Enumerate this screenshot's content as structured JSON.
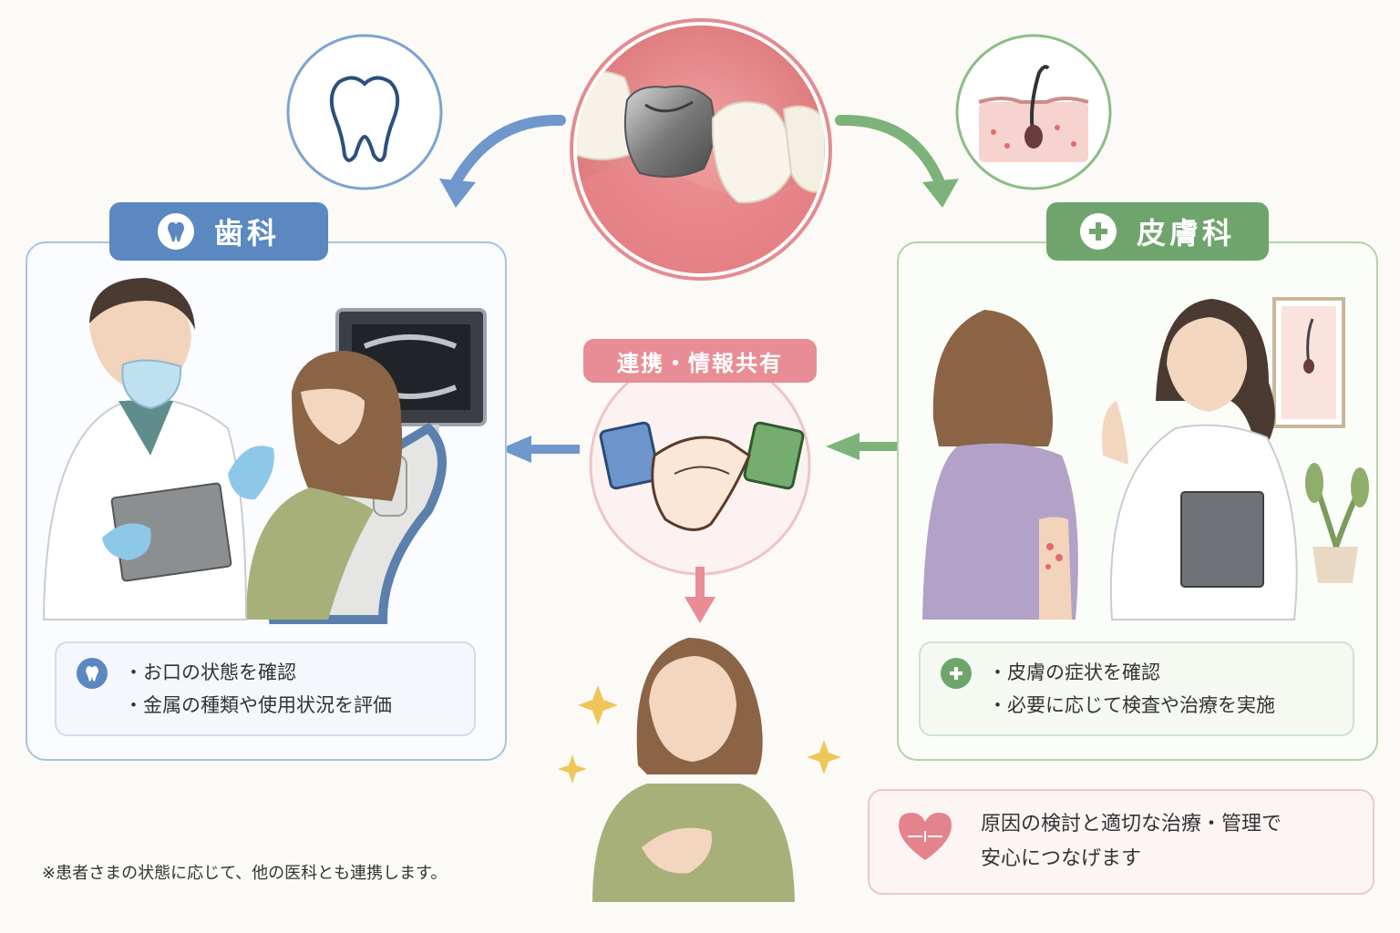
{
  "dental": {
    "title": "歯科",
    "items": [
      "・お口の状態を確認",
      "・金属の種類や使用状況を評価"
    ],
    "color": "#5b88c0"
  },
  "dermatology": {
    "title": "皮膚科",
    "items": [
      "・皮膚の症状を確認",
      "・必要に応じて検査や治療を実施"
    ],
    "color": "#6fa56c"
  },
  "collaboration": {
    "label": "連携・情報共有",
    "color": "#e88d96"
  },
  "result": {
    "lines": [
      "原因の検討と適切な治療・管理で",
      "安心につなげます"
    ]
  },
  "footnote": "※患者さまの状態に応じて、他の医科とも連携します。",
  "icons": {
    "center": "metal-crown-tooth-icon",
    "dental": "tooth-icon",
    "derma": "skin-hair-follicle-icon",
    "handshake": "handshake-icon",
    "heart": "heart-icon"
  }
}
